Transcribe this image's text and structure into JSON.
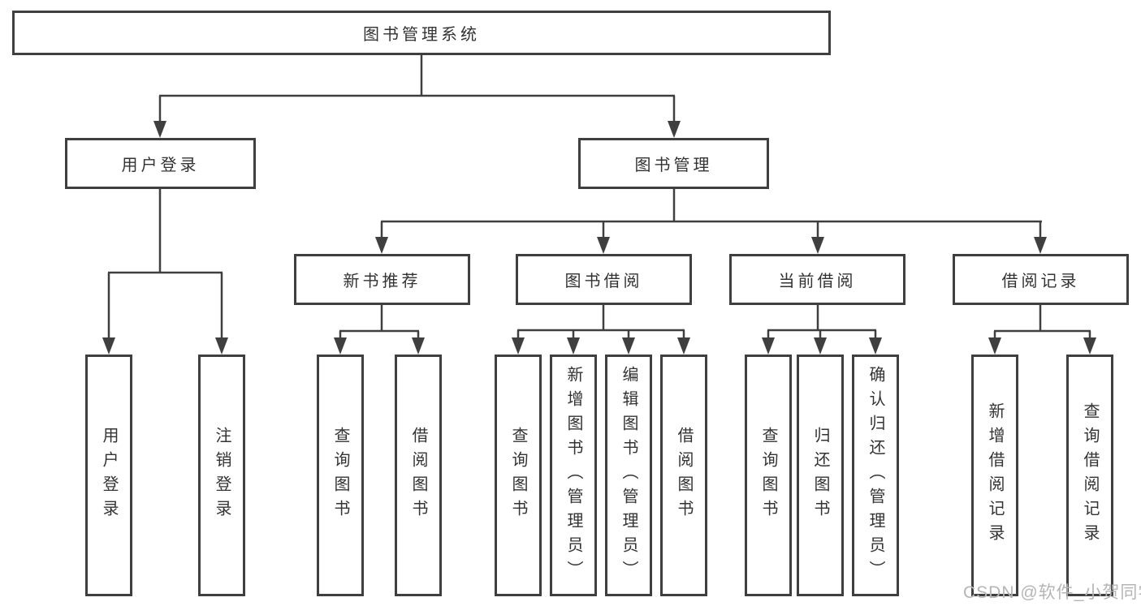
{
  "tree": {
    "label": "图书管理系统",
    "children": [
      {
        "label": "用户登录",
        "children": [
          {
            "label": "用户登录"
          },
          {
            "label": "注销登录"
          }
        ]
      },
      {
        "label": "图书管理",
        "children": [
          {
            "label": "新书推荐",
            "children": [
              {
                "label": "查询图书"
              },
              {
                "label": "借阅图书"
              }
            ]
          },
          {
            "label": "图书借阅",
            "children": [
              {
                "label": "查询图书"
              },
              {
                "label": "新增图书（管理员）"
              },
              {
                "label": "编辑图书（管理员）"
              },
              {
                "label": "借阅图书"
              }
            ]
          },
          {
            "label": "当前借阅",
            "children": [
              {
                "label": "查询图书"
              },
              {
                "label": "归还图书"
              },
              {
                "label": "确认归还（管理员）"
              }
            ]
          },
          {
            "label": "借阅记录",
            "children": [
              {
                "label": "新增借阅记录"
              },
              {
                "label": "查询借阅记录"
              }
            ]
          }
        ]
      }
    ]
  },
  "watermark": {
    "text": "CSDN @软件_小贺同学"
  },
  "colors": {
    "line": "#3f3f3f",
    "text": "#333333",
    "watermark": "#b5b5b5",
    "box_background": "#ffffff"
  }
}
